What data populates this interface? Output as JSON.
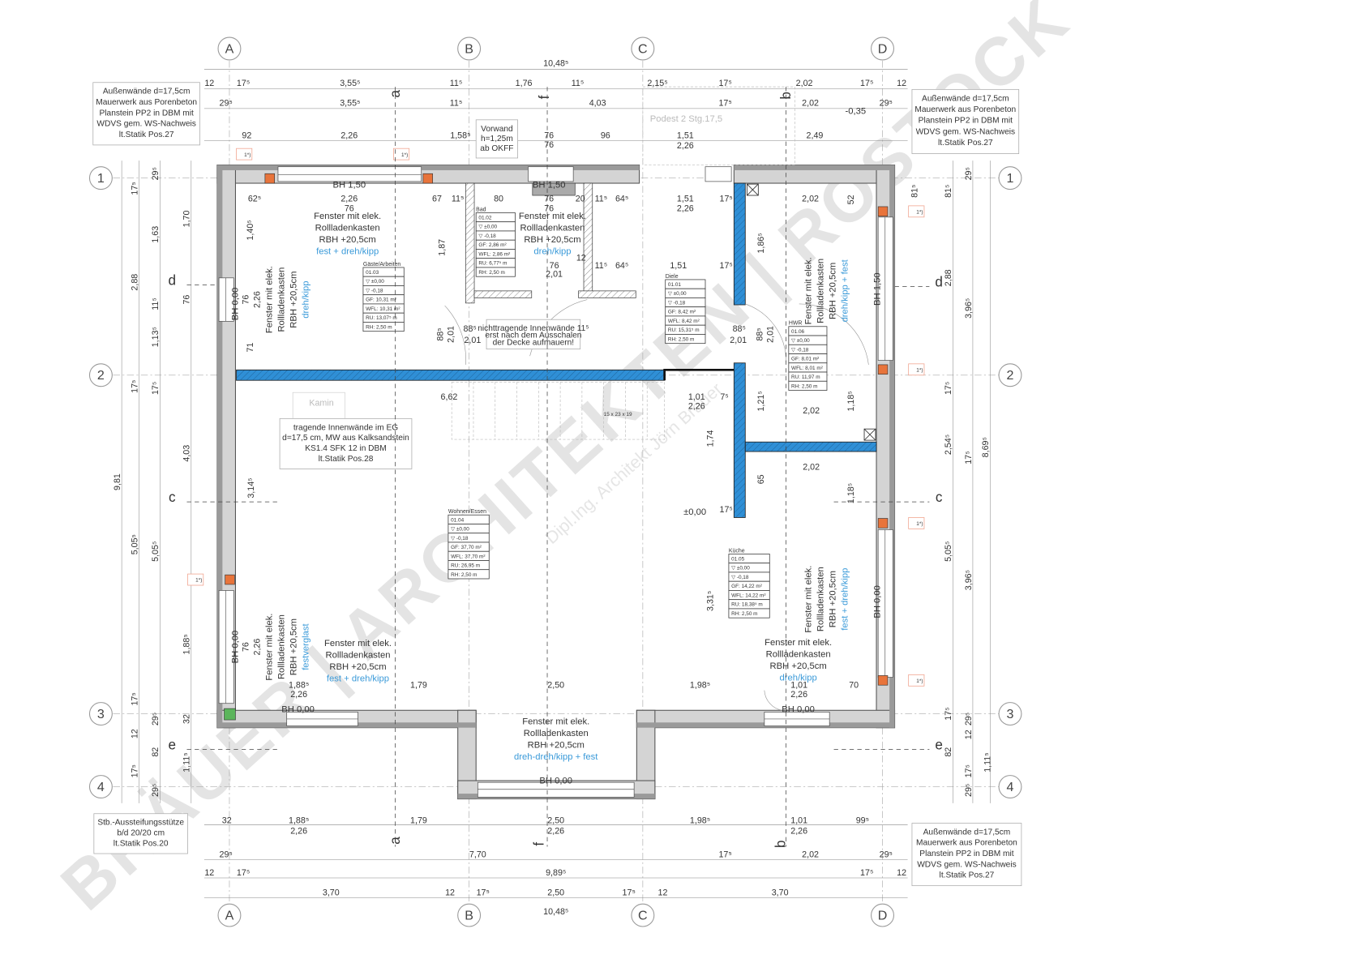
{
  "grid": {
    "columns": [
      "A",
      "B",
      "C",
      "D"
    ],
    "rows": [
      "1",
      "2",
      "3",
      "4"
    ]
  },
  "dims": {
    "top_total": "10,48⁵",
    "top1": [
      "12",
      "17⁵",
      "3,55⁵",
      "11⁵",
      "1,76",
      "11⁵",
      "2,15⁵",
      "17⁵",
      "2,02",
      "17⁵",
      "12"
    ],
    "top2": [
      "29⁵",
      "3,55⁵",
      "11⁵",
      "4,03",
      "17⁵",
      "2,02",
      "29⁵"
    ],
    "top3": [
      "92",
      "2,26",
      "1,58⁵",
      "76",
      "96",
      "1,51",
      "2,49",
      "76",
      "2,26"
    ],
    "in1": [
      "62⁵",
      "2,26",
      "67",
      "11⁵",
      "80",
      "76",
      "20",
      "11⁵",
      "64⁵",
      "1,51",
      "17⁵",
      "2,02",
      "76",
      "76",
      "2,26"
    ],
    "in2": [
      "76",
      "11⁵",
      "64⁵",
      "1,51",
      "17⁵",
      "2,01",
      "12"
    ],
    "mid": [
      "88⁵",
      "2,01",
      "88⁵",
      "2,01",
      "6,62",
      "1,01",
      "2,26",
      "7⁵",
      "2,02",
      "2,02",
      "17⁵",
      "88⁵",
      "2,01",
      "88⁵",
      "2,01"
    ],
    "inbot": [
      "1,88⁵",
      "1,79",
      "2,50",
      "1,98⁵",
      "1,01",
      "70",
      "2,26",
      "2,26"
    ],
    "bot1": [
      "32",
      "1,88⁵",
      "1,79",
      "2,50",
      "1,98⁵",
      "1,01",
      "99⁵",
      "2,26",
      "2,26",
      "2,26"
    ],
    "bot2": [
      "29⁵",
      "7,70",
      "17⁵",
      "2,02",
      "29⁵"
    ],
    "bot3": [
      "12",
      "17⁵",
      "9,89⁵",
      "17⁵",
      "12"
    ],
    "bot4": [
      "3,70",
      "12",
      "17⁵",
      "2,50",
      "17⁵",
      "12",
      "3,70"
    ],
    "bot_total": "10,48⁵",
    "left_total": "9,81",
    "left1": [
      "17⁵",
      "2,88",
      "17⁵",
      "5,05⁵",
      "17⁵",
      "12",
      "17⁵"
    ],
    "left2": [
      "29⁵",
      "1,63",
      "11⁵",
      "1,13⁵",
      "17⁵",
      "5,05⁵",
      "29⁵",
      "82",
      "29⁵"
    ],
    "left3": [
      "1,70",
      "76",
      "4,03",
      "1,88⁵",
      "32",
      "1,11⁵",
      "3,14⁵"
    ],
    "right_total": "8,69⁵",
    "right1": [
      "29⁵",
      "3,96⁵",
      "17⁵",
      "3,96⁵",
      "29⁵",
      "12",
      "17⁵",
      "29⁵"
    ],
    "right2": [
      "81⁵",
      "2,88",
      "17⁵",
      "2,54⁵",
      "5,05⁵",
      "17⁵",
      "82",
      "1,11⁵"
    ],
    "inner_v": [
      "1,87",
      "1,40⁵",
      "71",
      "1,86⁵",
      "1,21⁵",
      "1,18⁵",
      "1,18⁵",
      "3,31⁵",
      "1,74",
      "65",
      "52",
      "81⁵",
      "2,26",
      "76",
      "2,26",
      "76"
    ]
  },
  "rooms": [
    {
      "name": "Bad",
      "rows": [
        "01.02",
        "▽ ±0,00",
        "▽ -0,18",
        "GF:   2,86 m²",
        "WFL: 2,86 m²",
        "RU:  6,77⁵ m",
        "RH:   2,50 m"
      ]
    },
    {
      "name": "Gäste/Arbeiten",
      "rows": [
        "01.03",
        "▽ ±0,00",
        "▽ -0,18",
        "GF:   10,31 m²",
        "WFL: 10,31 m²",
        "RU:  13,07⁵ m",
        "RH:    2,50 m"
      ]
    },
    {
      "name": "Diele",
      "rows": [
        "01.01",
        "▽ ±0,00",
        "▽ -0,18",
        "GF:    8,42 m²",
        "WFL:  8,42 m²",
        "RU:  15,31⁵ m",
        "RH:    2,50 m"
      ]
    },
    {
      "name": "HWR",
      "rows": [
        "01.06",
        "▽ ±0,00",
        "▽ -0,18",
        "GF:    8,01 m²",
        "WFL:  8,01 m²",
        "RU:  11,97 m",
        "RH:   2,50 m"
      ]
    },
    {
      "name": "Wohnen/Essen",
      "rows": [
        "01.04",
        "▽ ±0,00",
        "▽ -0,18",
        "GF:   37,70 m²",
        "WFL: 37,70 m²",
        "RU:   26,95 m",
        "RH:    2,50 m"
      ]
    },
    {
      "name": "Küche",
      "rows": [
        "01.05",
        "▽ ±0,00",
        "▽ -0,18",
        "GF:   14,22 m²",
        "WFL: 14,22 m²",
        "RU:  18,38⁵ m",
        "RH:    2,50 m"
      ]
    }
  ],
  "windows": [
    {
      "l1": "Fenster mit elek.",
      "l2": "Rollladenkasten",
      "l3": "RBH +20,5cm",
      "type": "fest + dreh/kipp"
    },
    {
      "l1": "Fenster mit elek.",
      "l2": "Rollladenkasten",
      "l3": "RBH +20,5cm",
      "type": "dreh/kipp"
    },
    {
      "l1": "Fenster mit elek.",
      "l2": "Rollladenkasten",
      "l3": "RBH +20,5cm",
      "type": "dreh/kipp"
    },
    {
      "l1": "Fenster mit elek.",
      "l2": "Rollladenkasten",
      "l3": "RBH +20,5cm",
      "type": "dreh/kipp + fest"
    },
    {
      "l1": "Fenster mit elek.",
      "l2": "Rollladenkasten",
      "l3": "RBH +20,5cm",
      "type": "festverglast"
    },
    {
      "l1": "Fenster mit elek.",
      "l2": "Rollladenkasten",
      "l3": "RBH +20,5cm",
      "type": "fest + dreh/kipp"
    },
    {
      "l1": "Fenster mit elek.",
      "l2": "Rollladenkasten",
      "l3": "RBH +20,5cm",
      "type": "dreh-dreh/kipp + fest"
    },
    {
      "l1": "Fenster mit elek.",
      "l2": "Rollladenkasten",
      "l3": "RBH +20,5cm",
      "type": "dreh/kipp"
    },
    {
      "l1": "Fenster mit elek.",
      "l2": "Rollladenkasten",
      "l3": "RBH +20,5cm",
      "type": "fest + dreh/kipp"
    }
  ],
  "notes": {
    "exterior": [
      "Außenwände d=17,5cm",
      "Mauerwerk aus Porenbeton",
      "Planstein PP2 in DBM mit",
      "WDVS gem. WS-Nachweis",
      "lt.Statik Pos.27"
    ],
    "column": [
      "Stb.-Aussteifungsstütze",
      "b/d 20/20 cm",
      "lt.Statik Pos.20"
    ],
    "vorwand": [
      "Vorwand",
      "h=1,25m",
      "ab OKFF"
    ],
    "nonbearing": [
      "nichttragende Innenwände 11⁵",
      "erst nach dem Ausschalen",
      "der Decke aufmauern!"
    ],
    "bearing": [
      "tragende Innenwände im EG",
      "d=17,5 cm, MW aus Kalksandstein",
      "KS1.4 SFK 12 in DBM",
      "lt.Statik Pos.28"
    ]
  },
  "labels": {
    "bh150": "BH 1,50",
    "bh000": "BH 0,00",
    "level_00": "±0,00",
    "level_035": "-0,35",
    "podest": "Podest 2 Stg.17,5",
    "kamin": "Kamin",
    "stairs": "15 x 23 x 19",
    "footnote": "1*)",
    "sections": [
      "a",
      "f",
      "b",
      "c",
      "d",
      "e"
    ]
  },
  "watermark": {
    "main": "BRÄUER | ARCHITEKTEN | ROSTOCK",
    "sub": "Dipl.Ing. Architekt Jörn Bräuer"
  },
  "colors": {
    "bearing_wall": "#2f8fd6",
    "column": "#e8743b",
    "window_type": "#3a9ad9",
    "wall": "#d4d4d4"
  }
}
